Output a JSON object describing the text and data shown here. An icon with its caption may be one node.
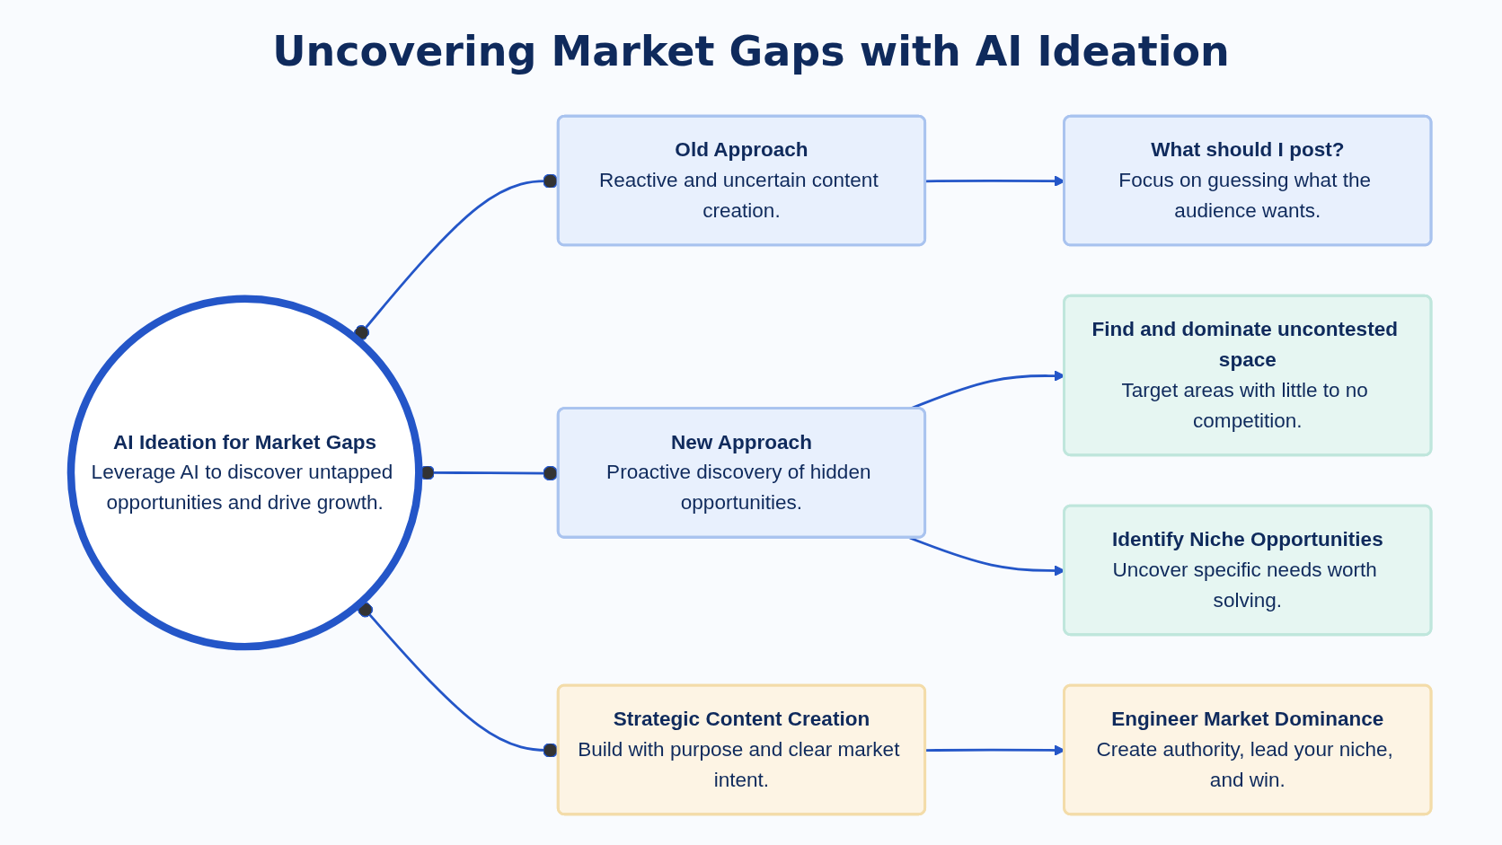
{
  "diagram": {
    "title": "Uncovering Market Gaps with AI Ideation",
    "nodes": [
      {
        "text": [
          "AI Ideation for Market Gaps",
          "Leverage AI to discover untapped opportunities and drive growth."
        ]
      },
      {
        "text": [
          "Old Approach",
          "Reactive and uncertain content creation."
        ]
      },
      {
        "text": [
          "New Approach",
          "Proactive discovery of hidden opportunities."
        ]
      },
      {
        "text": [
          "Strategic Content Creation",
          "Build with purpose and clear market intent."
        ]
      },
      {
        "text": [
          "What should I post?",
          "Focus on guessing what the audience wants."
        ]
      },
      {
        "text": [
          "Find and dominate uncontested space",
          "Target areas with little to no competition."
        ]
      },
      {
        "text": [
          "Identify Niche Opportunities",
          "Uncover specific needs worth solving."
        ]
      },
      {
        "text": [
          "Engineer Market Dominance",
          "Create authority, lead your niche, and win."
        ]
      }
    ],
    "edges": [
      {
        "from": 0,
        "to": 1,
        "arrow": "other"
      },
      {
        "from": 0,
        "to": 2,
        "arrow": "other"
      },
      {
        "from": 0,
        "to": 3,
        "arrow": "other"
      },
      {
        "from": 1,
        "to": 4,
        "arrow": "to"
      },
      {
        "from": 2,
        "to": 5,
        "arrow": "to"
      },
      {
        "from": 2,
        "to": 6,
        "arrow": "to"
      },
      {
        "from": 3,
        "to": 7,
        "arrow": "to"
      }
    ]
  }
}
